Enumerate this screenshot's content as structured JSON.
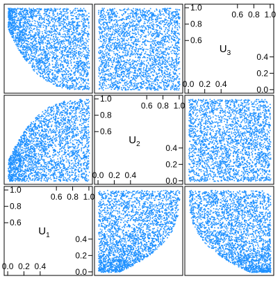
{
  "chart_data": {
    "type": "scatter",
    "plot": "pairs",
    "variables": [
      {
        "name": "U",
        "subscript": "1"
      },
      {
        "name": "U",
        "subscript": "2"
      },
      {
        "name": "U",
        "subscript": "3"
      }
    ],
    "axis_range": [
      0,
      1
    ],
    "ticks_left": [
      "0.0",
      "0.2",
      "0.4",
      "0.6",
      "0.8",
      "1.0"
    ],
    "ticks_right": [
      "0.0",
      "0.2",
      "0.4",
      "0.6",
      "0.8",
      "1.0"
    ],
    "ticks_bottom": [
      "0.0",
      "0.2",
      "0.4",
      "0.6",
      "0.8",
      "1.0"
    ],
    "ticks_top": [
      "0.0",
      "0.2",
      "0.4",
      "0.6",
      "0.8",
      "1.0"
    ],
    "point_color": "#1e90ff",
    "grid": false,
    "legend": "none",
    "panels": [
      {
        "row": 1,
        "col": 2,
        "y": "U3",
        "x": "U2",
        "pattern": "independent"
      },
      {
        "row": 1,
        "col": 1,
        "y": "U3",
        "x": "U1",
        "pattern": "lower-left-boundary"
      },
      {
        "row": 2,
        "col": 1,
        "y": "U2",
        "x": "U1",
        "pattern": "upper-right-boundary"
      },
      {
        "row": 2,
        "col": 3,
        "y": "U2",
        "x": "U3",
        "pattern": "independent"
      },
      {
        "row": 3,
        "col": 2,
        "y": "U1",
        "x": "U2",
        "pattern": "upper-right-boundary-transposed"
      },
      {
        "row": 3,
        "col": 3,
        "y": "U1",
        "x": "U3",
        "pattern": "lower-left-boundary-transposed"
      }
    ]
  }
}
